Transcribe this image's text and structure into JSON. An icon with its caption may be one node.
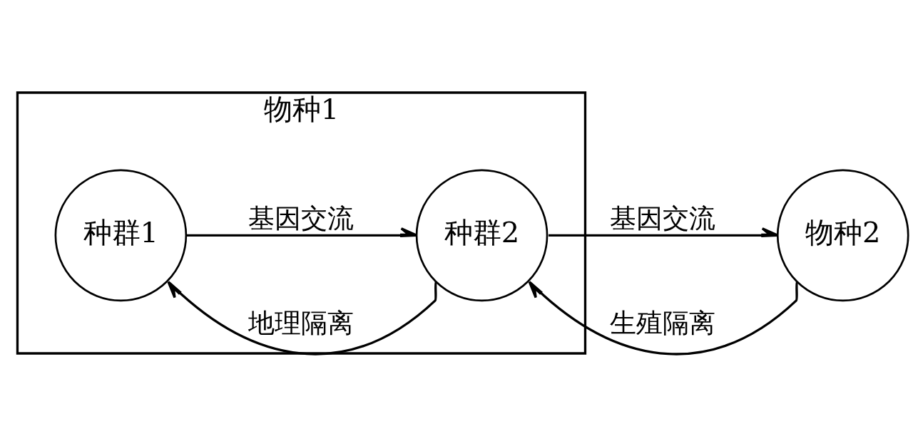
{
  "diagram": {
    "nodes": [
      {
        "text": [
          "物种1"
        ]
      },
      {
        "text": [
          "种群1"
        ],
        "in": 0
      },
      {
        "text": [
          "种群2"
        ],
        "in": 0
      },
      {
        "text": [
          "物种2"
        ]
      }
    ],
    "edges": [
      {
        "from": 1,
        "to": 2,
        "arrow": "to",
        "label": "基因交流"
      },
      {
        "from": 2,
        "to": 1,
        "arrow": "to",
        "label": "地理隔离"
      },
      {
        "from": 2,
        "to": 3,
        "arrow": "to",
        "label": "基因交流"
      },
      {
        "from": 3,
        "to": 2,
        "arrow": "to",
        "label": "生殖隔离"
      }
    ]
  }
}
